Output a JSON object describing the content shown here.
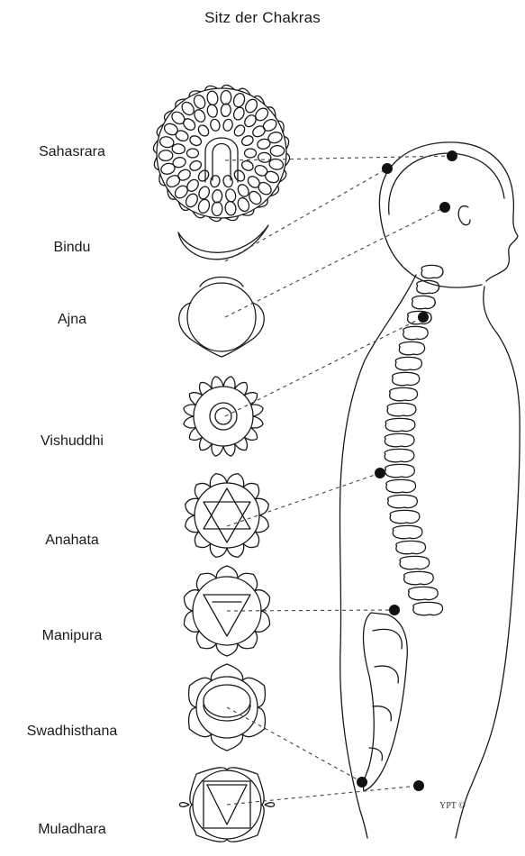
{
  "title": "Sitz der Chakras",
  "chakras": [
    {
      "name": "Sahasrara"
    },
    {
      "name": "Bindu"
    },
    {
      "name": "Ajna"
    },
    {
      "name": "Vishuddhi"
    },
    {
      "name": "Anahata"
    },
    {
      "name": "Manipura"
    },
    {
      "name": "Swadhisthana"
    },
    {
      "name": "Muladhara"
    }
  ],
  "credit": "YPT ©"
}
